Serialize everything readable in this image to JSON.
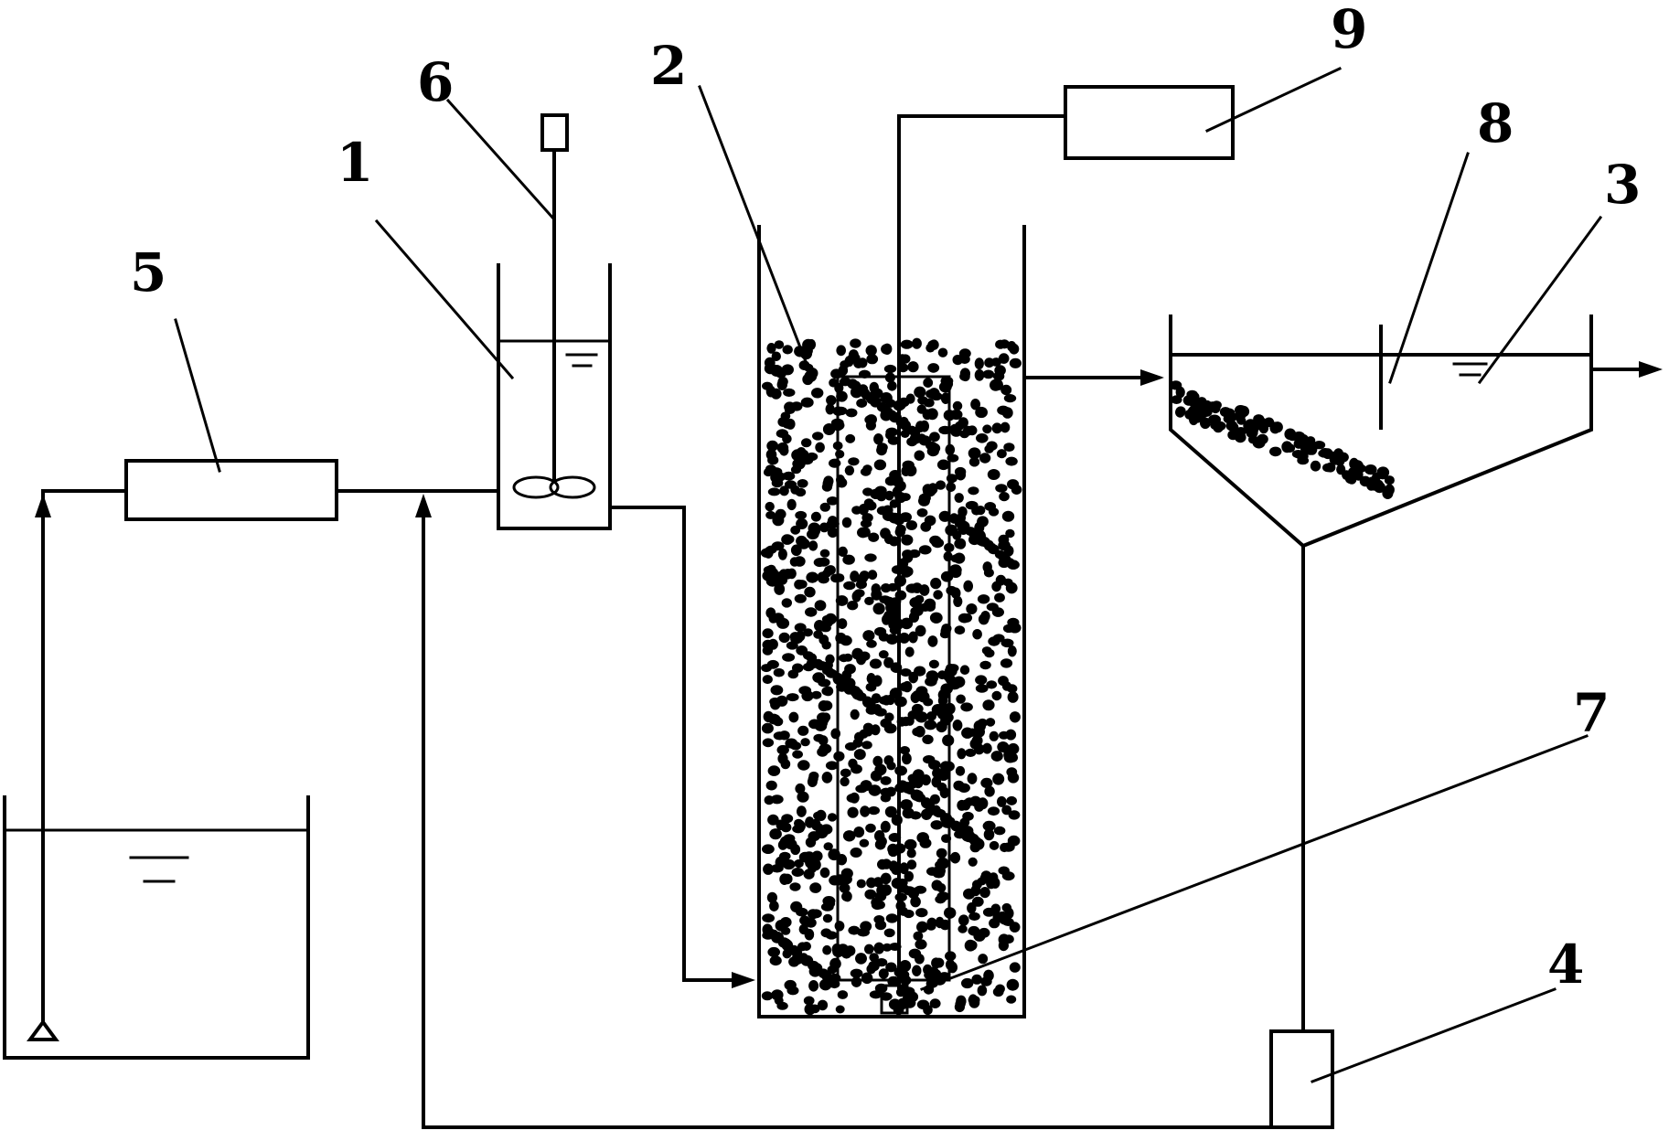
{
  "colors": {
    "ink": "#000000",
    "background": "#ffffff"
  },
  "labels": {
    "mixing_tank": "1",
    "reactor": "2",
    "settling_tank": "3",
    "return_pump": "4",
    "feed_pump": "5",
    "stirrer": "6",
    "aerator": "7",
    "baffle": "8",
    "air_pump": "9"
  }
}
